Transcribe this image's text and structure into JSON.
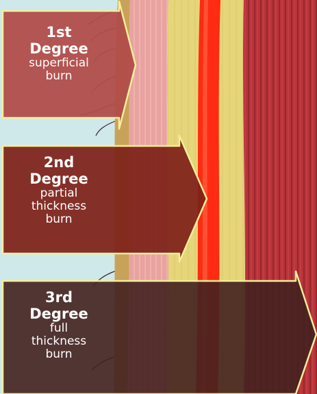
{
  "burns": [
    {
      "degree_number": "1st",
      "degree_word": "Degree",
      "description_lines": [
        "superficial",
        "burn"
      ],
      "color": "#b14d4a",
      "depth_layer": "epidermis"
    },
    {
      "degree_number": "2nd",
      "degree_word": "Degree",
      "description_lines": [
        "partial",
        "thickness",
        "burn"
      ],
      "color": "#7e2119",
      "depth_layer": "dermis"
    },
    {
      "degree_number": "3rd",
      "degree_word": "Degree",
      "description_lines": [
        "full",
        "thickness",
        "burn"
      ],
      "color": "#42211f",
      "depth_layer": "subcutaneous / muscle"
    }
  ],
  "skin_layers": [
    {
      "name": "epidermis",
      "color": "#c9a25a"
    },
    {
      "name": "dermis",
      "color": "#e8a3a0"
    },
    {
      "name": "subcutaneous fat",
      "color": "#e6d57a"
    },
    {
      "name": "blood vessel",
      "color": "#ff2b12"
    },
    {
      "name": "muscle",
      "color": "#b8343a"
    }
  ],
  "colors": {
    "sky": "#cfe8ea",
    "arrow_outline": "#f4ee9a",
    "background": "#ffffff"
  }
}
